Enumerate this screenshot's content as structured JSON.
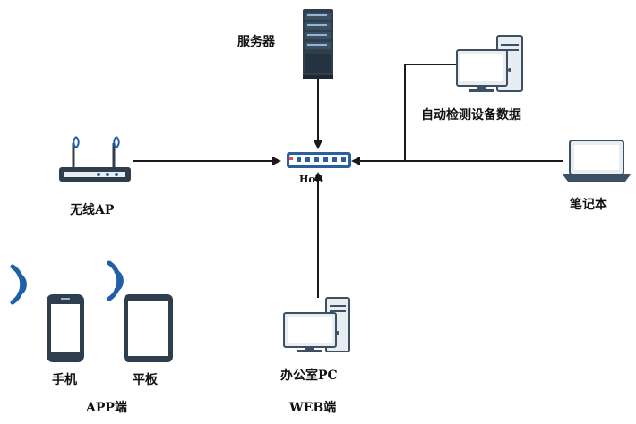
{
  "labels": {
    "server": "服务器",
    "auto_device_data": "自动检测设备数据",
    "hub": "HoB",
    "wireless_ap": "无线AP",
    "laptop": "笔记本",
    "phone": "手机",
    "tablet": "平板",
    "app_end": "APP端",
    "office_pc": "办公室PC",
    "web_end": "WEB端"
  },
  "colors": {
    "line": "#1a1a1a",
    "device_dark": "#2f3e4d",
    "device_mid": "#3d5063",
    "device_light": "#e8edf2",
    "screen_blue": "#5aa9e6",
    "wifi_blue": "#1f5fa8",
    "switch_blue": "#2b5f9e"
  }
}
